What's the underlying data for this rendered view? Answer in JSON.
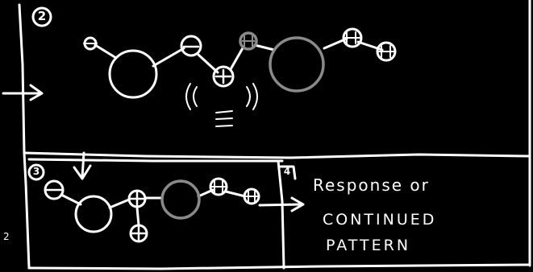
{
  "panels": {
    "step2": {
      "number": "2"
    },
    "step3": {
      "number": "3"
    },
    "step4": {
      "number": "4"
    }
  },
  "caption": {
    "line1": "Response or",
    "line2": "CONTINUED",
    "line3": "PATTERN"
  },
  "margin_mark": "2",
  "colors": {
    "background": "#000000",
    "ink": "#ffffff",
    "gray_ink": "#8a8a8a"
  },
  "icons": [
    "plus-charge-icon",
    "minus-charge-icon",
    "vibration-icon",
    "arrow-icon"
  ]
}
